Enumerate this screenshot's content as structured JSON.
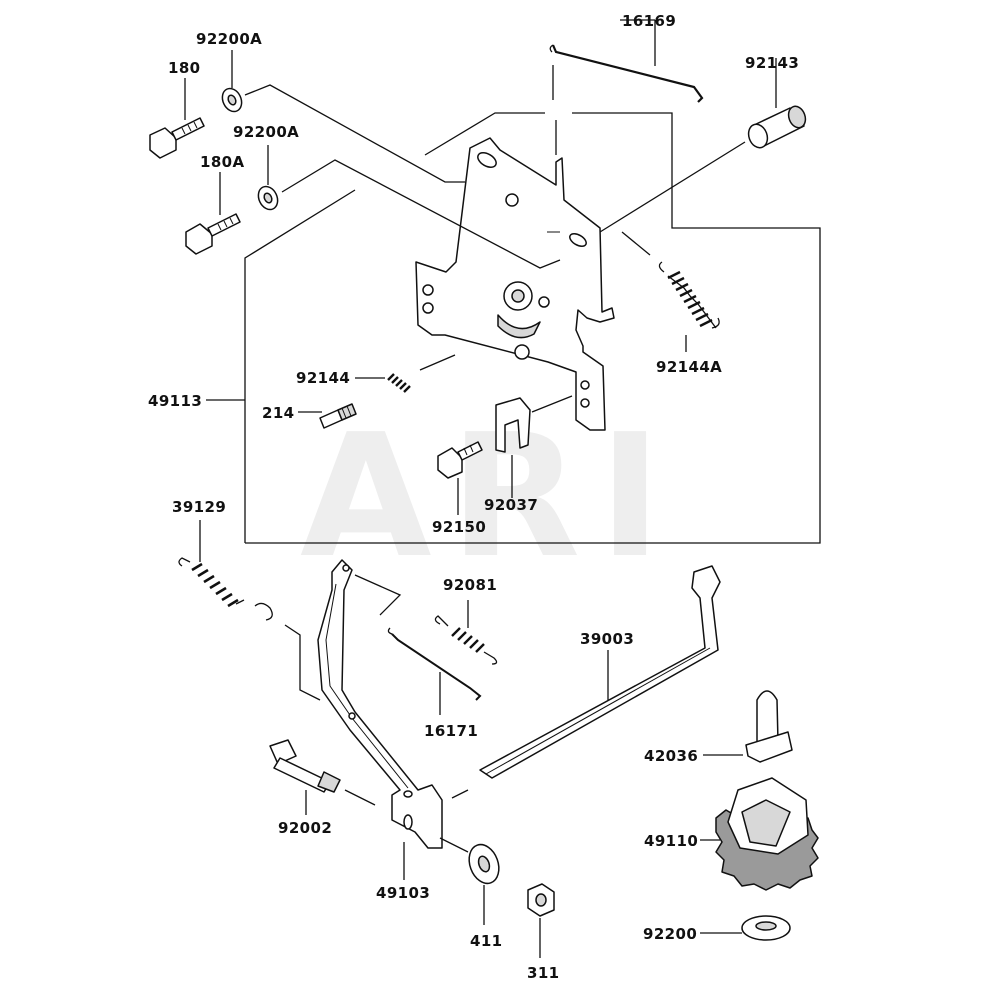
{
  "watermark": "ARI",
  "labels": {
    "p16169": "16169",
    "p92200A_1": "92200A",
    "p92143": "92143",
    "p180": "180",
    "p92200A_2": "92200A",
    "p180A": "180A",
    "p49113": "49113",
    "p92144": "92144",
    "p214": "214",
    "p92144A": "92144A",
    "p92037": "92037",
    "p92150": "92150",
    "p39129": "39129",
    "p92081": "92081",
    "p39003": "39003",
    "p16171": "16171",
    "p42036": "42036",
    "p92002": "92002",
    "p49110": "49110",
    "p49103": "49103",
    "p411": "411",
    "p92200": "92200",
    "p311": "311"
  }
}
